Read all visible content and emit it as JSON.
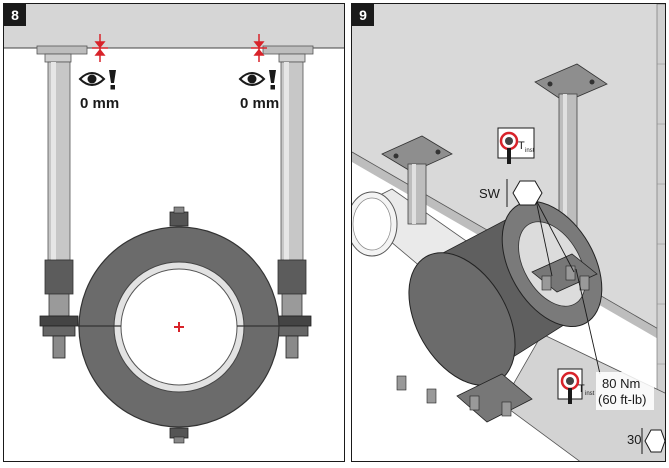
{
  "panels": [
    {
      "step": "8",
      "gap_left": "0 mm",
      "gap_right": "0 mm"
    },
    {
      "step": "9",
      "wrench_size_label": "SW",
      "torque_symbol_top": {
        "main": "T",
        "sub": "inst"
      },
      "torque_symbol_bottom": {
        "main": "T",
        "sub": "inst"
      },
      "torque_value": "80 Nm",
      "torque_value_imperial": "(60 ft-lb)",
      "hex_size": "30"
    }
  ],
  "colors": {
    "accent_red": "#d8232a",
    "ceiling_gray": "#d4d4d4",
    "insulation_dark": "#6a6a6a",
    "panel_border": "#1a1a1a"
  }
}
